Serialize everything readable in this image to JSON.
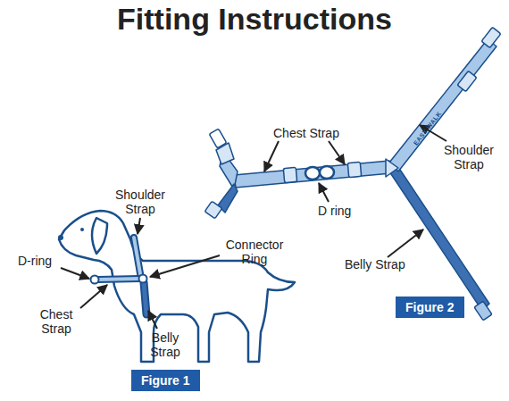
{
  "diagram": {
    "title": "Fitting Instructions",
    "nodes": [
      {
        "text": [
          "Figure 2"
        ]
      },
      {
        "text": [
          "Figure 1"
        ]
      }
    ],
    "labels": [
      "Chest Strap",
      "Shoulder Strap",
      "D ring",
      "EASY WALK",
      "Belly Strap",
      "Shoulder Strap",
      "Connector Ring",
      "D-ring",
      "Chest Strap",
      "Belly Strap"
    ]
  }
}
